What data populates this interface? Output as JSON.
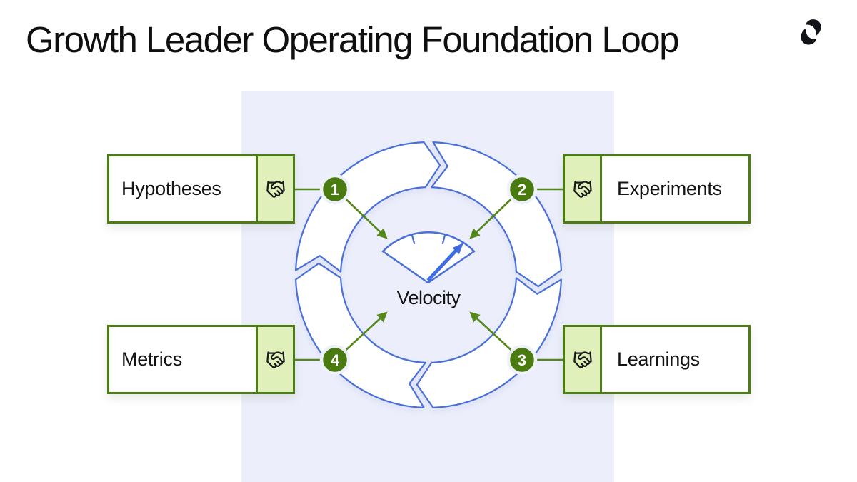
{
  "header": {
    "title": "Growth Leader Operating Foundation Loop",
    "logo_icon": "reforge-mark-icon"
  },
  "loop": {
    "center_label": "Velocity",
    "center_icon": "gauge-icon",
    "box_icon": "handshake-icon",
    "steps": [
      {
        "number": "1",
        "label": "Hypotheses"
      },
      {
        "number": "2",
        "label": "Experiments"
      },
      {
        "number": "3",
        "label": "Learnings"
      },
      {
        "number": "4",
        "label": "Metrics"
      }
    ]
  },
  "colors": {
    "accent_green_dark": "#4a7b10",
    "accent_green_border": "#4c7c14",
    "accent_green_line": "#55881a",
    "light_green_panel": "#dff0ba",
    "loop_blue": "#4a70d8",
    "needle_blue": "#3f6ce0",
    "lavender_panel": "#eceffb",
    "text": "#0f0f10"
  }
}
